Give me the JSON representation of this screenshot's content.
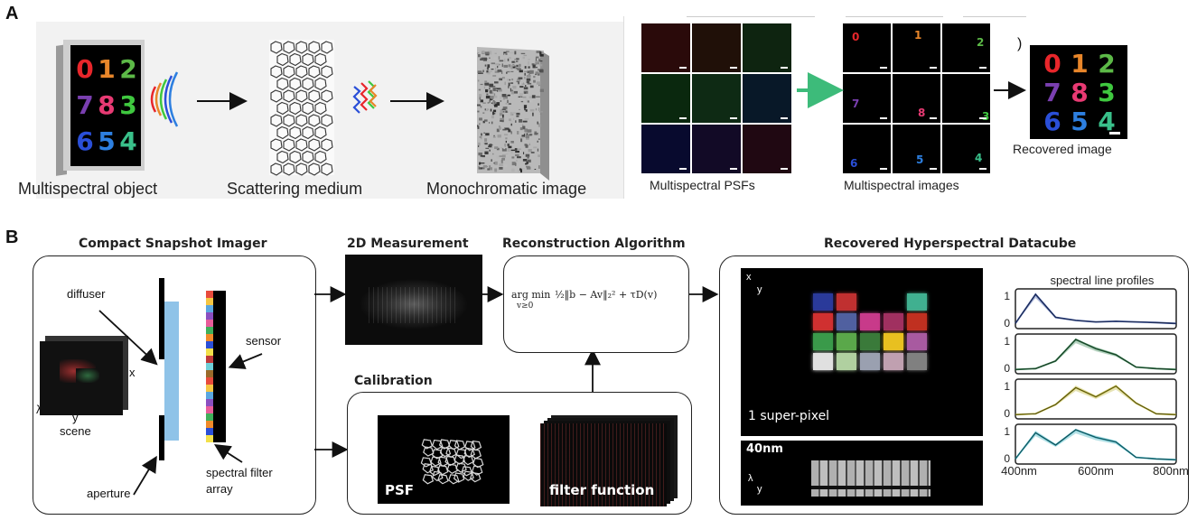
{
  "panel_a": {
    "label": "A",
    "multispectral_object": "Multispectral object",
    "scattering_medium": "Scattering medium",
    "monochromatic_image": "Monochromatic image",
    "multispectral_psfs": "Multispectral PSFs",
    "multispectral_images": "Multispectral images",
    "recovered_image": "Recovered image",
    "stray_paren": ")",
    "digits": [
      {
        "char": "0",
        "color": "#e8262b"
      },
      {
        "char": "1",
        "color": "#e8862a"
      },
      {
        "char": "2",
        "color": "#5cb947"
      },
      {
        "char": "7",
        "color": "#7a3fb0"
      },
      {
        "char": "8",
        "color": "#e83a73"
      },
      {
        "char": "3",
        "color": "#3fc83f"
      },
      {
        "char": "6",
        "color": "#2a4fd8"
      },
      {
        "char": "5",
        "color": "#2d7fe0"
      },
      {
        "char": "4",
        "color": "#39c08a"
      }
    ],
    "psf_tints": [
      "#2a0a0a",
      "#201008",
      "#0e2410",
      "#0a280e",
      "#0e2a14",
      "#081828",
      "#080a2e",
      "#120a26",
      "#200812"
    ]
  },
  "panel_b": {
    "label": "B",
    "compact_snapshot_imager": "Compact Snapshot Imager",
    "measurement_2d": "2D Measurement",
    "reconstruction_algorithm": "Reconstruction Algorithm",
    "recovered_datacube": "Recovered Hyperspectral Datacube",
    "calibration": "Calibration",
    "diffuser": "diffuser",
    "sensor": "sensor",
    "aperture": "aperture",
    "spectral_filter_array_line1": "spectral filter",
    "spectral_filter_array_line2": "array",
    "scene": "scene",
    "axis_x": "x",
    "axis_y": "y",
    "axis_lambda": "λ",
    "psf": "PSF",
    "filter_function": "filter function",
    "super_pixel": "1 super-pixel",
    "scale_40nm": "40nm",
    "spectral_line_profiles": "spectral line profiles",
    "formula_argmin": "arg min",
    "formula_sub": "v≥0",
    "formula_body": "½‖b − Av‖₂² + τD(v)",
    "y_tick_1": "1",
    "y_tick_0": "0",
    "x_ticks": [
      "400nm",
      "600nm",
      "800nm"
    ]
  },
  "chart_data": {
    "type": "line",
    "title": "spectral line profiles",
    "x": [
      400,
      450,
      500,
      550,
      600,
      650,
      700,
      750,
      800
    ],
    "xlim": [
      400,
      800
    ],
    "ylim": [
      0,
      1
    ],
    "series": [
      {
        "values": [
          0.05,
          1.0,
          0.25,
          0.15,
          0.1,
          0.12,
          0.1,
          0.08,
          0.05
        ],
        "color": "#2f4a99"
      },
      {
        "values": [
          0.02,
          0.05,
          0.3,
          1.0,
          0.7,
          0.5,
          0.1,
          0.05,
          0.02
        ],
        "color": "#2e7d4a"
      },
      {
        "values": [
          0.02,
          0.05,
          0.35,
          0.9,
          0.6,
          0.95,
          0.4,
          0.05,
          0.02
        ],
        "color": "#b8b02a"
      },
      {
        "values": [
          0.05,
          0.9,
          0.5,
          1.0,
          0.75,
          0.6,
          0.1,
          0.05,
          0.02
        ],
        "color": "#2aa5b5"
      }
    ]
  }
}
